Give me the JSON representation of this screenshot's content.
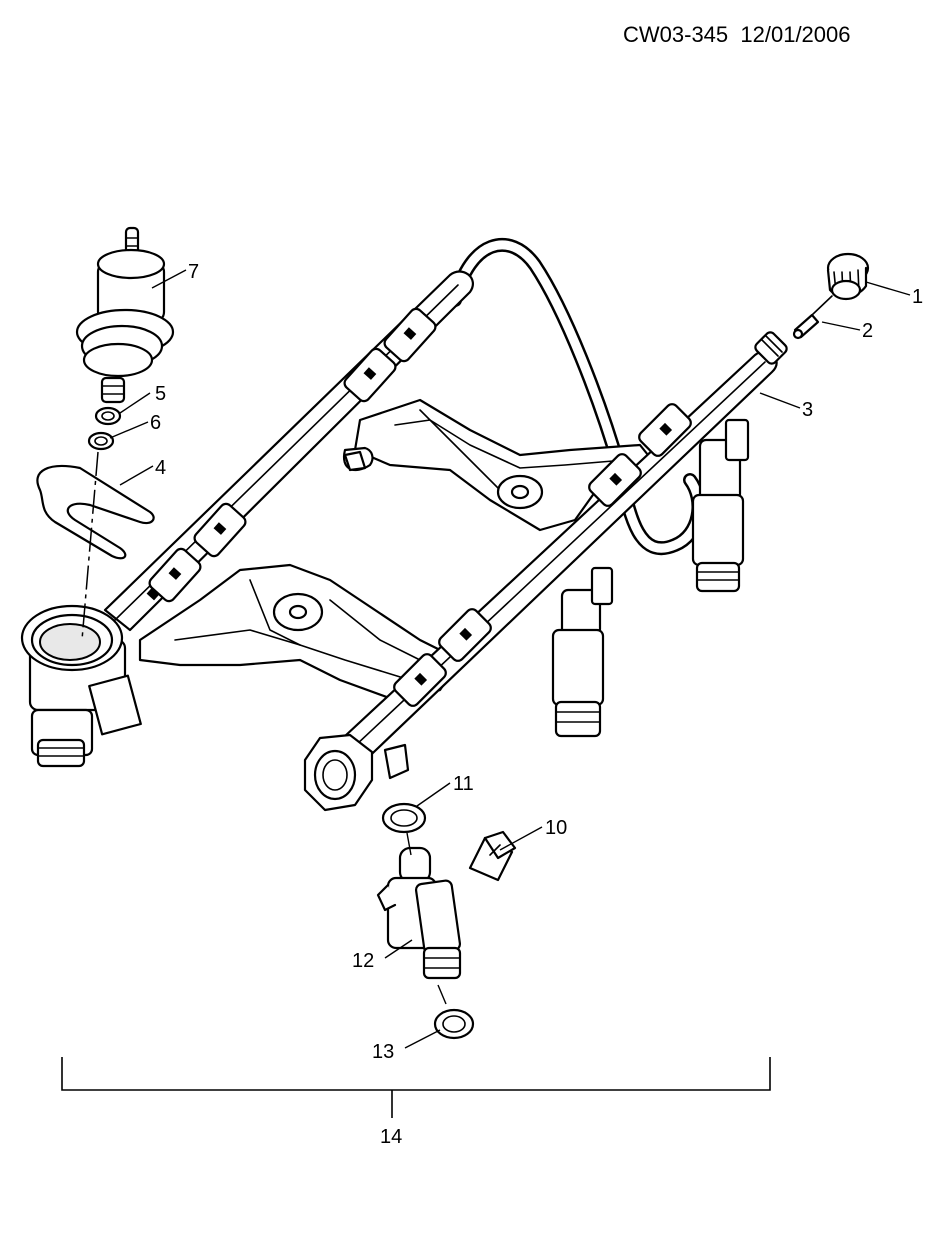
{
  "header": {
    "drawing_id": "CW03-345",
    "date": "12/01/2006"
  },
  "callouts": [
    {
      "id": "c1",
      "label": "1"
    },
    {
      "id": "c2",
      "label": "2"
    },
    {
      "id": "c3",
      "label": "3"
    },
    {
      "id": "c4",
      "label": "4"
    },
    {
      "id": "c5",
      "label": "5"
    },
    {
      "id": "c6",
      "label": "6"
    },
    {
      "id": "c7",
      "label": "7"
    },
    {
      "id": "c10",
      "label": "10"
    },
    {
      "id": "c11",
      "label": "11"
    },
    {
      "id": "c12",
      "label": "12"
    },
    {
      "id": "c13",
      "label": "13"
    },
    {
      "id": "c14",
      "label": "14"
    }
  ]
}
